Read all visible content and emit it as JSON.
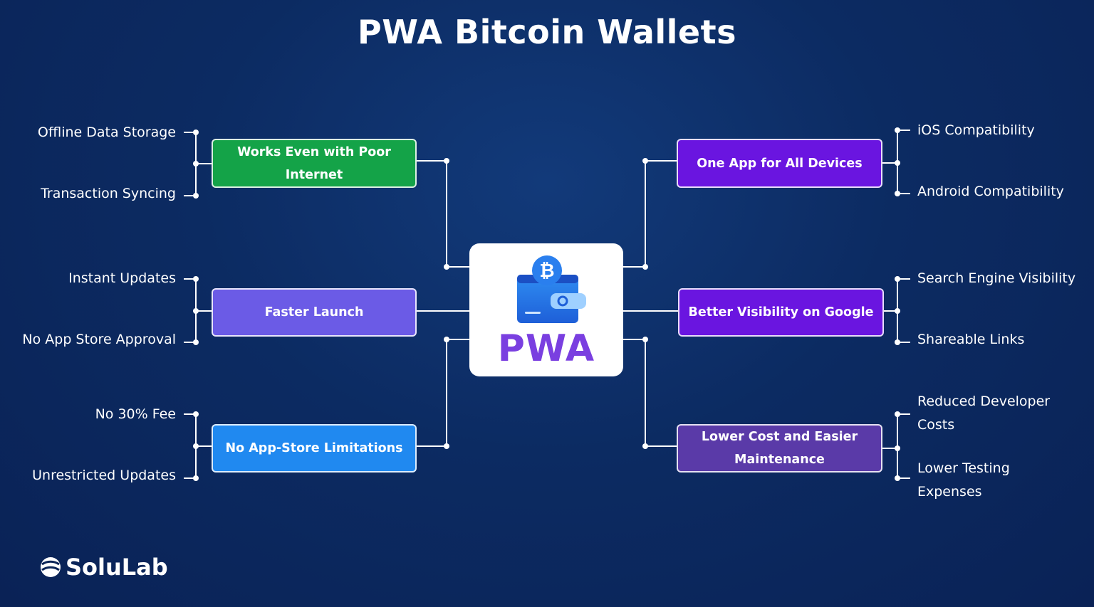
{
  "title": "PWA Bitcoin Wallets",
  "center": {
    "label": "PWA",
    "icon": "bitcoin-wallet-icon"
  },
  "left_branches": [
    {
      "label": "Works Even with Poor Internet",
      "color": "#14a348",
      "leaves": [
        "Offline Data Storage",
        "Transaction Syncing"
      ]
    },
    {
      "label": "Faster Launch",
      "color": "#6b5be6",
      "leaves": [
        "Instant Updates",
        "No App Store Approval"
      ]
    },
    {
      "label": "No App-Store Limitations",
      "color": "#2089f0",
      "leaves": [
        "No 30% Fee",
        "Unrestricted Updates"
      ]
    }
  ],
  "right_branches": [
    {
      "label": "One App for All Devices",
      "color": "#6a15e0",
      "leaves": [
        "iOS Compatibility",
        "Android Compatibility"
      ]
    },
    {
      "label": "Better Visibility on Google",
      "color": "#6a15e0",
      "leaves": [
        "Search Engine Visibility",
        "Shareable Links"
      ]
    },
    {
      "label": "Lower Cost and Easier Maintenance",
      "color": "#5a3aa8",
      "leaves": [
        "Reduced Developer Costs",
        "Lower Testing Expenses"
      ]
    }
  ],
  "brand": {
    "name": "SoluLab",
    "icon": "solulab-logo-icon"
  }
}
